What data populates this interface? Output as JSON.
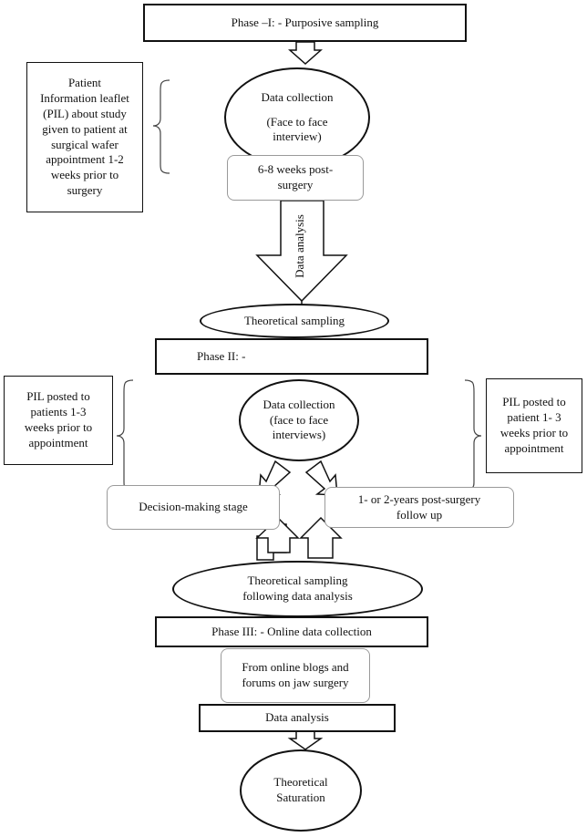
{
  "phase1": {
    "title": "Phase –I: - Purposive sampling"
  },
  "pil_note1": {
    "lines": [
      "Patient",
      "Information leaflet",
      "(PIL) about study",
      "given to patient at",
      "surgical wafer",
      "appointment 1-2",
      "weeks prior to",
      "surgery"
    ]
  },
  "collection1": {
    "title": "Data collection",
    "subtitle_line1": "(Face to face",
    "subtitle_line2": "interview)"
  },
  "postsurgery1": {
    "line1": "6-8 weeks post-",
    "line2": "surgery"
  },
  "arrow_label": "Data analysis",
  "theoretical_sampling1": "Theoretical sampling",
  "phase2": {
    "title": "Phase II: -"
  },
  "pil_note2": {
    "lines": [
      "PIL posted to",
      "patients 1-3",
      "weeks prior to",
      "appointment"
    ]
  },
  "pil_note3": {
    "lines": [
      "PIL posted to",
      "patient 1- 3",
      "weeks prior to",
      "appointment"
    ]
  },
  "collection2": {
    "line1": "Data collection",
    "line2": "(face to face",
    "line3": "interviews)"
  },
  "decision_stage": "Decision-making stage",
  "followup": {
    "line1": "1- or 2-years post-surgery",
    "line2": "follow up"
  },
  "theoretical_sampling2": {
    "line1": "Theoretical sampling",
    "line2": "following data analysis"
  },
  "phase3": {
    "title": "Phase III: - Online data collection"
  },
  "online_sources": {
    "line1": "From online blogs and",
    "line2": "forums on jaw surgery"
  },
  "data_analysis_box": "Data analysis",
  "saturation": {
    "line1": "Theoretical",
    "line2": "Saturation"
  }
}
